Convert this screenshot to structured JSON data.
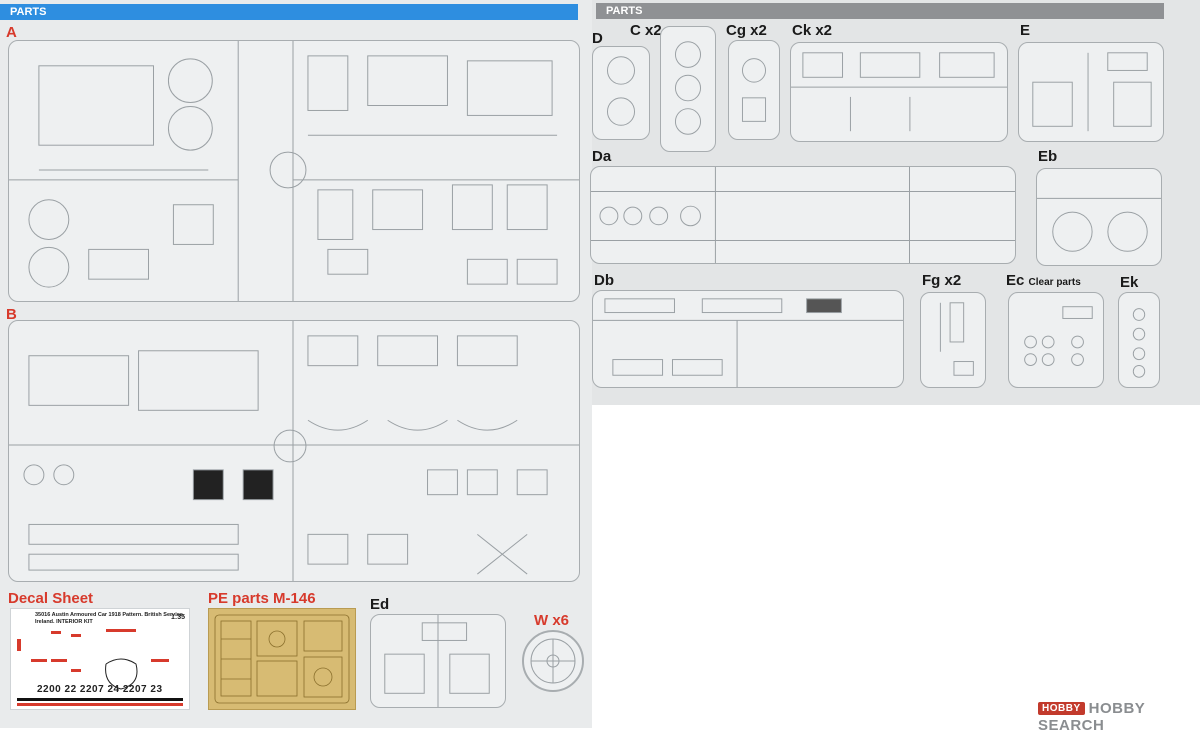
{
  "left_page": {
    "header": "PARTS",
    "sprues": {
      "a": "A",
      "b": "B",
      "ed": "Ed",
      "w": "W x6"
    },
    "decal_sheet": {
      "title": "Decal Sheet",
      "header_text": "35016 Austin Armoured Car 1918 Pattern. British Service. Ireland. INTERIOR KIT",
      "scale": "1:35",
      "numbers": "2200 22 2207 24 2207 23"
    },
    "pe_parts": {
      "title": "PE parts M-146"
    }
  },
  "right_page": {
    "header": "PARTS",
    "sprues": {
      "d": "D",
      "c": "C x2",
      "cg": "Cg x2",
      "ck": "Ck x2",
      "e": "E",
      "da": "Da",
      "eb": "Eb",
      "db": "Db",
      "fg": "Fg x2",
      "ec": "Ec",
      "ec_note": "Clear parts",
      "ek": "Ek"
    }
  },
  "watermark": {
    "logo": "HOBBY",
    "text": "HOBBY SEARCH"
  },
  "colors": {
    "header_blue": "#2e8ee0",
    "header_gray": "#8f9194",
    "label_red": "#d73a2c",
    "pe_brass": "#d7bb73"
  }
}
